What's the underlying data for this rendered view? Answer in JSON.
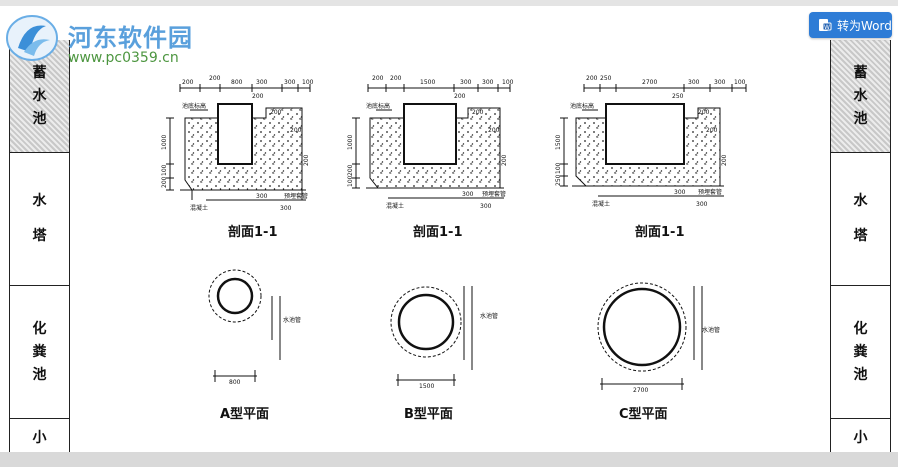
{
  "watermark": {
    "title": "河东软件园",
    "url": "www.pc0359.cn"
  },
  "toolbar": {
    "word_button_label": "转为Word"
  },
  "sidebar_left": [
    {
      "lines": [
        "蓄",
        "水",
        "池"
      ],
      "shaded": true
    },
    {
      "lines": [
        "水",
        "塔"
      ],
      "shaded": false
    },
    {
      "lines": [
        "化",
        "粪",
        "池"
      ],
      "shaded": false
    },
    {
      "lines": [
        "小"
      ],
      "shaded": false
    }
  ],
  "sidebar_right": [
    {
      "lines": [
        "蓄",
        "水",
        "池"
      ],
      "shaded": true
    },
    {
      "lines": [
        "水",
        "塔"
      ],
      "shaded": false
    },
    {
      "lines": [
        "化",
        "粪",
        "池"
      ],
      "shaded": false
    },
    {
      "lines": [
        "小"
      ],
      "shaded": false
    }
  ],
  "sections": [
    {
      "caption": "剖面1-1",
      "top_dims": [
        "200",
        "200",
        "800",
        "300",
        "300",
        "100"
      ],
      "mid_dims": [
        "200",
        "200"
      ],
      "left_dims": [
        "1000",
        "100",
        "200"
      ],
      "right_dims": [
        "200",
        "200"
      ],
      "bottom_dims": [
        "300",
        "300"
      ],
      "label_top": "池底标高",
      "label_concrete": "混凝土",
      "label_pipe": "预埋套管"
    },
    {
      "caption": "剖面1-1",
      "top_dims": [
        "200",
        "200",
        "1500",
        "300",
        "300",
        "100"
      ],
      "mid_dims": [
        "200",
        "200"
      ],
      "left_dims": [
        "1000",
        "200",
        "100"
      ],
      "right_dims": [
        "200",
        "200"
      ],
      "bottom_dims": [
        "300",
        "300"
      ],
      "label_top": "池底标高",
      "label_concrete": "混凝土",
      "label_pipe": "预埋套管"
    },
    {
      "caption": "剖面1-1",
      "top_dims": [
        "200",
        "250",
        "2700",
        "300",
        "300",
        "100"
      ],
      "mid_dims": [
        "250",
        "200"
      ],
      "left_dims": [
        "1500",
        "100",
        "250"
      ],
      "right_dims": [
        "200",
        "200"
      ],
      "bottom_dims": [
        "300",
        "300"
      ],
      "label_top": "池底标高",
      "label_concrete": "混凝土",
      "label_pipe": "预埋套管"
    }
  ],
  "plans": [
    {
      "caption": "A型平面",
      "dim": "800",
      "pipe_label": "水池管"
    },
    {
      "caption": "B型平面",
      "dim": "1500",
      "pipe_label": "水池管"
    },
    {
      "caption": "C型平面",
      "dim": "2700",
      "pipe_label": "水池管"
    }
  ]
}
